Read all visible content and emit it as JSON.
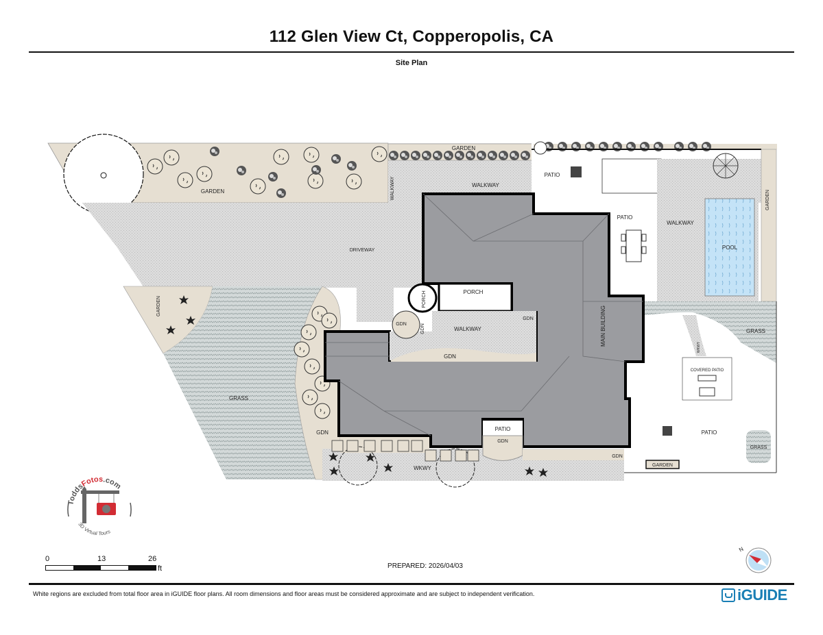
{
  "header": {
    "title": "112 Glen View Ct, Copperopolis, CA",
    "subtitle": "Site Plan"
  },
  "plan": {
    "labels": {
      "garden_top_left": "GARDEN",
      "garden_top_mid": "GARDEN",
      "walkway_vertical": "WALKWAY",
      "walkway_top": "WALKWAY",
      "patio_top": "PATIO",
      "patio_mid": "PATIO",
      "walkway_right": "WALKWAY",
      "pool": "POOL",
      "garden_right": "GARDEN",
      "driveway": "DRIVEWAY",
      "garden_left": "GARDEN",
      "grass_left": "GRASS",
      "porch_main": "PORCH",
      "porch_round": "PORCH",
      "gdn_round": "GDN",
      "gdn_small": "GDN",
      "walkway_center": "WALKWAY",
      "gdn_center": "GDN",
      "gdn_right_small": "GDN",
      "main_building": "MAIN BUILDING",
      "grass_right": "GRASS",
      "wkwy_small": "WKWY",
      "covered_patio": "COVERED PATIO",
      "patio_right": "PATIO",
      "grass_small": "GRASS",
      "garden_bottom": "GARDEN",
      "gdn_left_bottom": "GDN",
      "wkwy_bottom": "WKWY",
      "patio_bottom": "PATIO",
      "gdn_bottom_patio": "GDN",
      "gdn_bottom_right": "GDN"
    },
    "colors": {
      "garden": "#e6dfd2",
      "paving": "#d9d9d9",
      "grass": "#cfd6d6",
      "building": "#9b9ca0",
      "pool": "#bfe0f5",
      "wall": "#000000"
    }
  },
  "logo": {
    "brand_prefix": "Todds",
    "brand_accent": "Fotos",
    "brand_suffix": ".com",
    "tagline": "3D Virtual Tours"
  },
  "scale": {
    "tick_0": "0",
    "tick_1": "13",
    "tick_2": "26",
    "unit": "ft"
  },
  "footer": {
    "prepared": "PREPARED: 2026/04/03",
    "disclaimer": "White regions are excluded from total floor area in iGUIDE floor plans. All room dimensions and floor areas must be considered approximate and are subject to independent verification.",
    "brand": "iGUIDE",
    "compass_label": "N"
  }
}
